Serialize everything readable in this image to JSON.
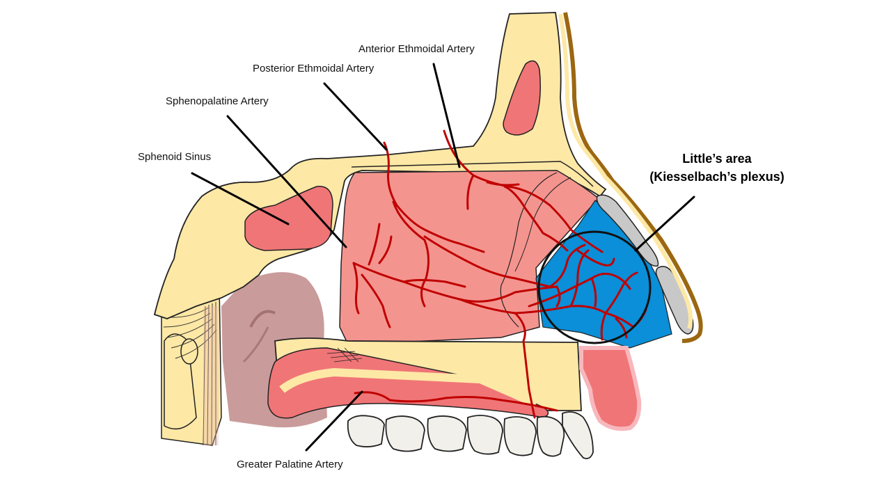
{
  "labels": {
    "anterior_ethmoidal": "Anterior Ethmoidal Artery",
    "posterior_ethmoidal": "Posterior Ethmoidal Artery",
    "sphenopalatine": "Sphenopalatine Artery",
    "sphenoid_sinus": "Sphenoid Sinus",
    "greater_palatine": "Greater Palatine Artery",
    "littles_area_line1": "Little’s area",
    "littles_area_line2": "(Kiesselbach’s plexus)"
  },
  "colors": {
    "bone": "#fde8a6",
    "mucosa": "#f4948f",
    "sinus": "#f07577",
    "artery": "#c00000",
    "kiesselbach_area": "#0a8fd8",
    "skin_outline": "#9b6710",
    "cartilage": "#c8c8c8",
    "pharynx_shadow": "#b87a7a",
    "teeth": "#f2f0ea"
  }
}
